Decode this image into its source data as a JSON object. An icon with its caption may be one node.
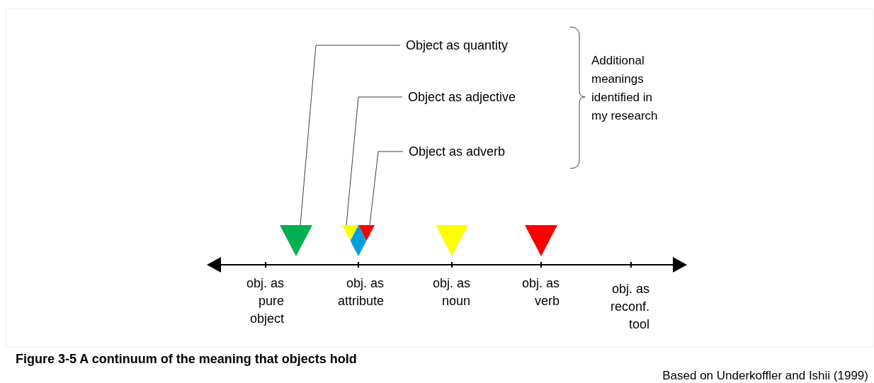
{
  "diagram": {
    "caption": "Figure 3-5  A continuum of the meaning that objects hold",
    "nodes": [
      {
        "text": [
          "Object as quantity"
        ]
      },
      {
        "text": [
          "Object as adjective"
        ]
      },
      {
        "text": [
          "Object as adverb"
        ]
      },
      {
        "text": [
          "Additional meanings identified in my research"
        ]
      },
      {
        "text": [],
        "shape": "triangle"
      },
      {
        "text": [],
        "shape": "triangle"
      },
      {
        "text": [],
        "shape": "triangle"
      },
      {
        "text": [],
        "shape": "triangle"
      },
      {
        "text": [],
        "shape": "triangle"
      }
    ],
    "edges": [
      {
        "from": 0,
        "to": 4,
        "arrow": "none"
      },
      {
        "from": 1,
        "to": 5,
        "arrow": "none"
      },
      {
        "from": 2,
        "to": 6,
        "arrow": "none"
      }
    ],
    "labels": [
      "obj. as pure object",
      "obj. as attribute",
      "obj. as noun",
      "obj. as verb",
      "obj. as reconf. tool",
      "Based on Underkoffler and Ishii (1999)"
    ]
  }
}
